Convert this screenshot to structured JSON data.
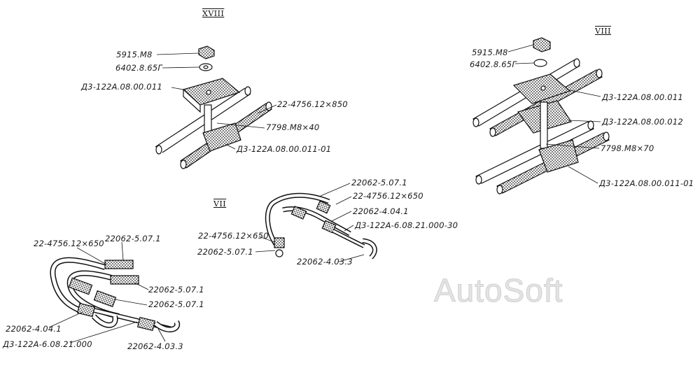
{
  "sections": {
    "xviii": "XVIII",
    "viii": "VIII",
    "vii": "VII"
  },
  "watermark": "AutoSoft",
  "assemblies": {
    "xviii": {
      "nut": "5915.M8",
      "washer": "6402.8.65Г",
      "clamp_top": "Д3-122А.08.00.011",
      "hose": "22-4756.12×850",
      "bolt": "7798.M8×40",
      "clamp_bottom": "Д3-122А.08.00.011-01"
    },
    "viii": {
      "nut": "5915.M8",
      "washer": "6402.8.65Г",
      "clamp_top": "Д3-122А.08.00.011",
      "clamp_mid": "Д3-122А.08.00.012",
      "bolt": "7798.M8×70",
      "clamp_bottom": "Д3-122А.08.00.011-01"
    },
    "vii": {
      "fitting_top": "22062-5.07.1",
      "hose_top": "22-4756.12×650",
      "fitting_mid": "22062-4.04.1",
      "tube": "Д3-122А-6.08.21.000-30",
      "hose_left": "22-4756.12×650",
      "fitting_left": "22062-5.07.1",
      "elbow": "22062-4.03.3"
    },
    "lower_left": {
      "hose": "22-4756.12×650",
      "fitting_top": "22062-5.07.1",
      "fitting_r1": "22062-5.07.1",
      "fitting_r2": "22062-5.07.1",
      "fitting_left": "22062-4.04.1",
      "tube": "Д3-122А-6.08.21.000",
      "elbow": "22062-4.03.3"
    }
  }
}
